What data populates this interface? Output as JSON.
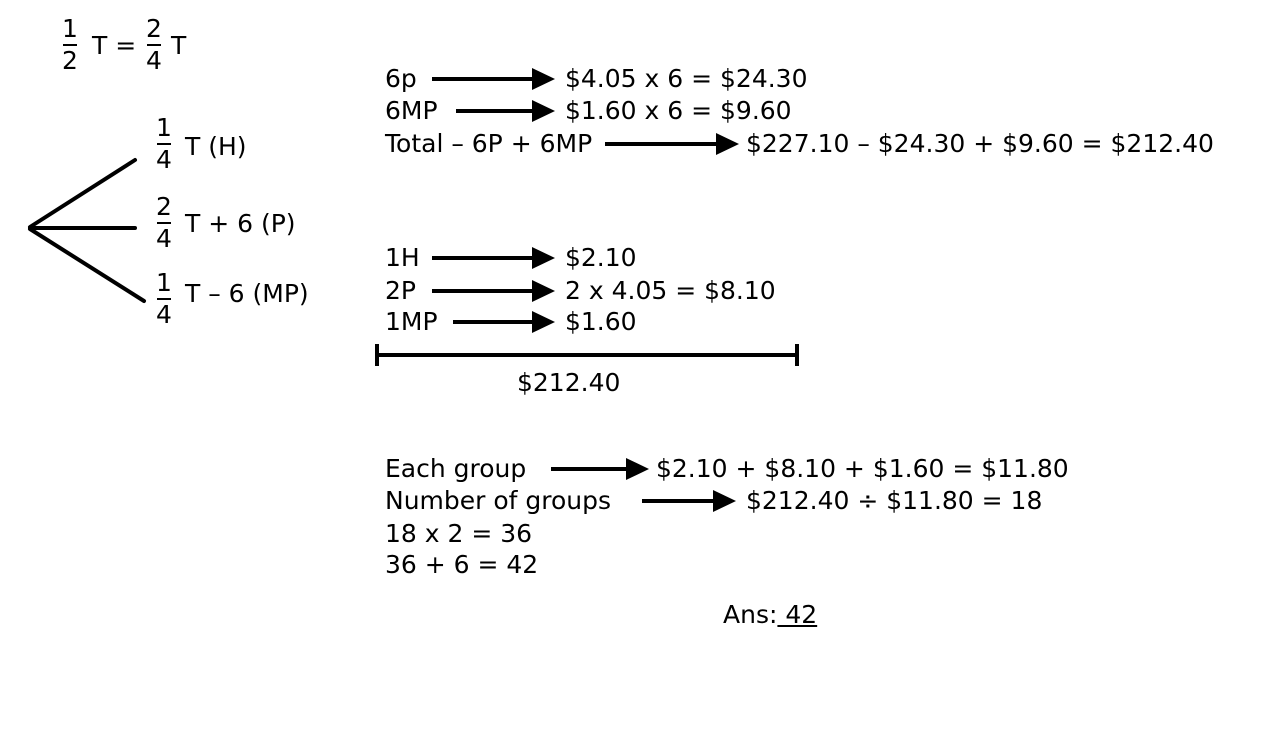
{
  "intro": {
    "f1": {
      "num": "1",
      "den": "2"
    },
    "eq": "T =",
    "f2": {
      "num": "2",
      "den": "4"
    },
    "t": "T"
  },
  "tree": {
    "branch_top": {
      "num": "1",
      "den": "4",
      "label": "T (H)"
    },
    "branch_mid": {
      "num": "2",
      "den": "4",
      "label": "T + 6 (P)"
    },
    "branch_bot": {
      "num": "1",
      "den": "4",
      "label": "T – 6 (MP)"
    }
  },
  "block1": {
    "r1_left": "6p",
    "r1_right": "$4.05 x 6 = $24.30",
    "r2_left": "6MP",
    "r2_right": "$1.60 x 6 = $9.60",
    "r3_left": "Total – 6P + 6MP",
    "r3_right": "$227.10 – $24.30 + $9.60 = $212.40"
  },
  "block2": {
    "r1_left": "1H",
    "r1_right": "$2.10",
    "r2_left": "2P",
    "r2_right": "2 x 4.05 = $8.10",
    "r3_left": "1MP",
    "r3_right": "$1.60",
    "total": "$212.40"
  },
  "block3": {
    "r1_left": "Each group",
    "r1_right": "$2.10 + $8.10 + $1.60 = $11.80",
    "r2_left": "Number of groups",
    "r2_right": "$212.40 ÷ $11.80 = 18",
    "r3": "18 x 2 = 36",
    "r4": "36 + 6 = 42"
  },
  "answer": {
    "label": "Ans:",
    "value": " 42"
  }
}
